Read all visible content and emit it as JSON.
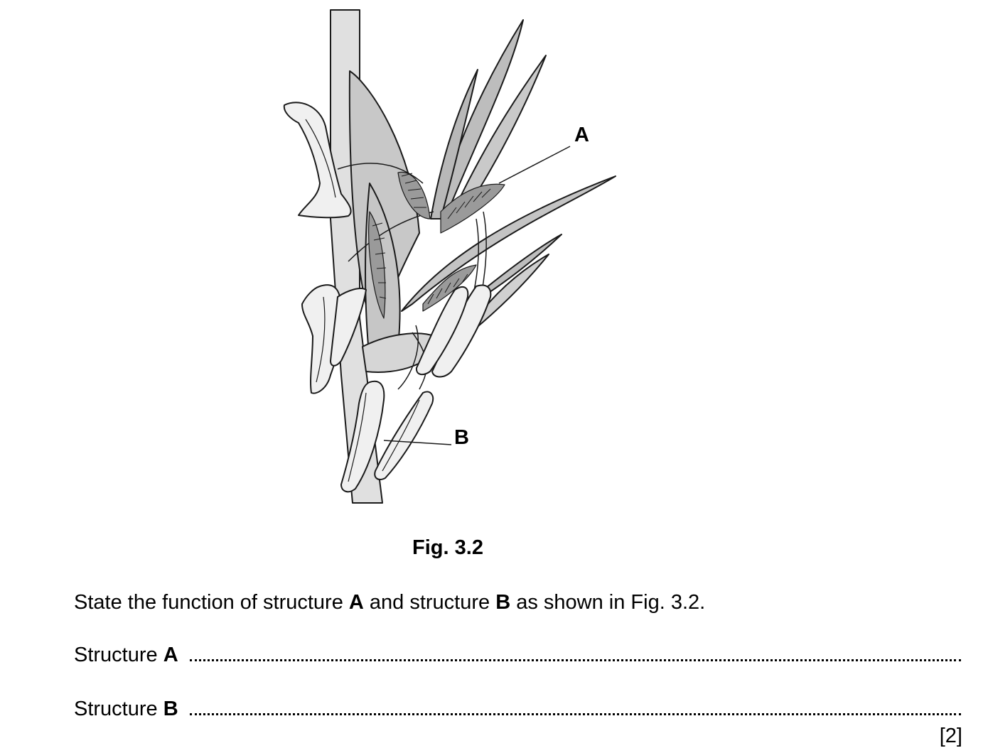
{
  "figure": {
    "caption": "Fig. 3.2",
    "label_a": "A",
    "label_b": "B"
  },
  "question": {
    "p1": "State the function of structure ",
    "b1": "A",
    "p2": " and structure ",
    "b2": "B",
    "p3": " as shown in Fig. 3.2."
  },
  "answers": [
    {
      "prefix": "Structure ",
      "letter": "A"
    },
    {
      "prefix": "Structure ",
      "letter": "B"
    }
  ],
  "marks": "[2]"
}
